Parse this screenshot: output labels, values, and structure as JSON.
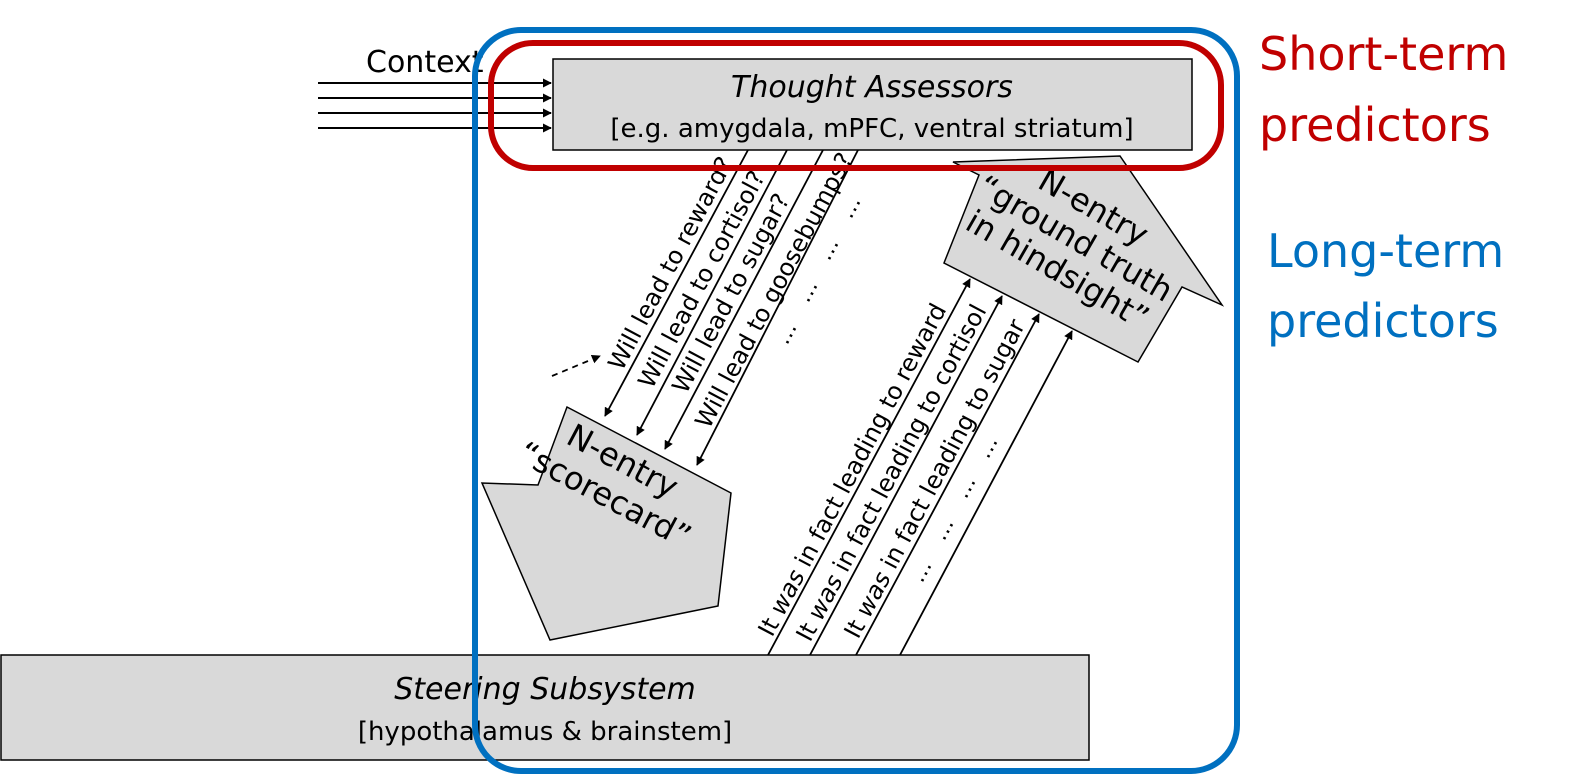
{
  "context_label": "Context",
  "thought_assessors": {
    "title": "Thought Assessors",
    "subtitle": "[e.g. amygdala, mPFC, ventral striatum]"
  },
  "steering": {
    "title": "Steering Subsystem",
    "subtitle": "[hypothalamus & brainstem]"
  },
  "short_term_label": [
    "Short-term",
    "predictors"
  ],
  "long_term_label": [
    "Long-term",
    "predictors"
  ],
  "scorecard_arrow": [
    "N-entry",
    "“scorecard”"
  ],
  "ground_truth_arrow": [
    "N-entry",
    "“ground truth",
    "in hindsight”"
  ],
  "down_labels": [
    "Will lead to reward?",
    "Will lead to cortisol?",
    "Will lead to sugar?",
    "Will lead to goosebumps?"
  ],
  "down_ellipses": [
    "…",
    "…",
    "…",
    "…"
  ],
  "up_labels": [
    {
      "pre": "It ",
      "em": "was",
      "post": " in fact leading to reward"
    },
    {
      "pre": "It ",
      "em": "was",
      "post": " in fact leading to cortisol"
    },
    {
      "pre": "It ",
      "em": "was",
      "post": " in fact leading to sugar"
    }
  ],
  "up_ellipses": [
    "…",
    "…",
    "…",
    "…"
  ],
  "colors": {
    "short_term": "#c00000",
    "long_term": "#0070c0",
    "box_fill": "#d9d9d9"
  }
}
